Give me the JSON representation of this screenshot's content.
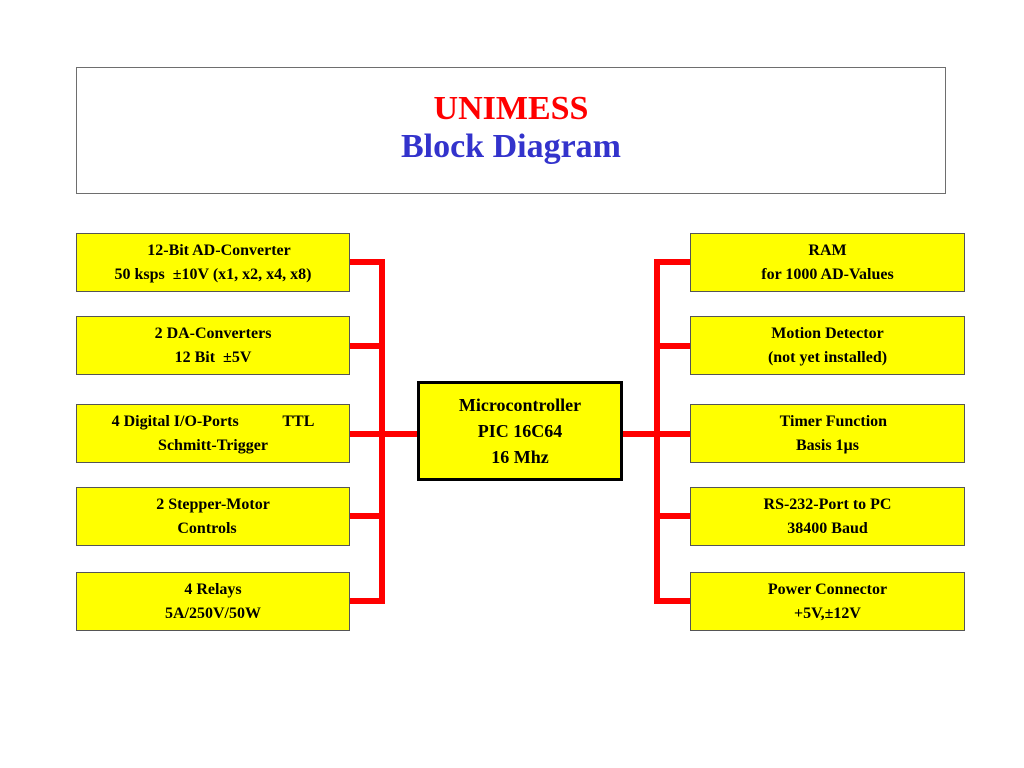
{
  "title": {
    "line1": "UNIMESS",
    "line2": "Block Diagram"
  },
  "colors": {
    "title_main": "#ff0000",
    "title_sub": "#3333cc",
    "block_fill": "#ffff00",
    "connector": "#ff0000"
  },
  "center": {
    "lines": [
      "Microcontroller",
      "PIC 16C64",
      "16 Mhz"
    ]
  },
  "left_blocks": [
    {
      "line1": "   12-Bit AD-Converter",
      "line2": "50 ksps  ±10V (x1, x2, x4, x8)"
    },
    {
      "line1": "2 DA-Converters",
      "line2": "12 Bit  ±5V"
    },
    {
      "line1": "4 Digital I/O-Ports           TTL",
      "line2": "Schmitt-Trigger"
    },
    {
      "line1": "2 Stepper-Motor",
      "line2": "Controls   "
    },
    {
      "line1": "4 Relays",
      "line2": "5A/250V/50W"
    }
  ],
  "right_blocks": [
    {
      "line1": "RAM",
      "line2": "for 1000 AD-Values"
    },
    {
      "line1": "Motion Detector",
      "line2": "(not yet installed)"
    },
    {
      "line1": "   Timer Function",
      "line2": "Basis 1µs"
    },
    {
      "line1": "RS-232-Port to PC",
      "line2": "38400 Baud"
    },
    {
      "line1": "Power Connector",
      "line2": "+5V,±12V"
    }
  ]
}
